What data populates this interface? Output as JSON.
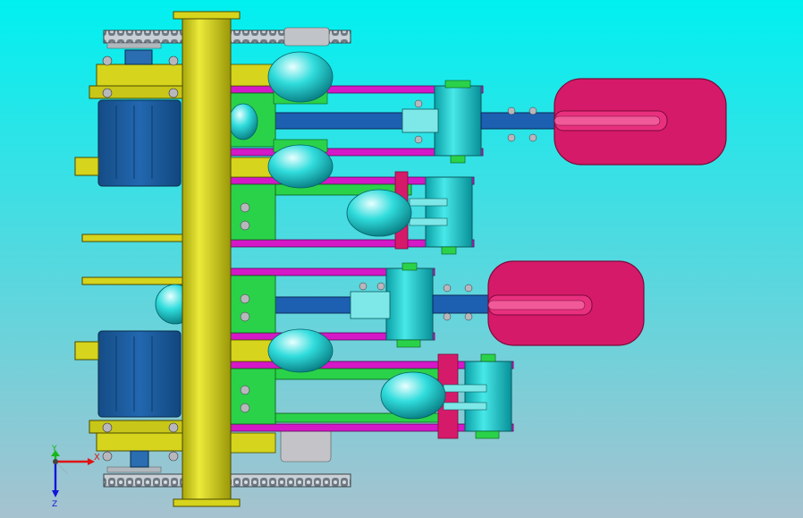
{
  "viewport": {
    "background_top": "#00f0f0",
    "background_bottom": "#a6c2cf"
  },
  "colors": {
    "yellow": "#d6d41c",
    "yellow_dark": "#8e8c08",
    "magenta": "#d418c8",
    "blue": "#1d5fb0",
    "blue_light": "#3f8fd8",
    "cyan": "#2fd8d8",
    "cyan_dark": "#0aa2a6",
    "green": "#2ad24a",
    "green_dark": "#129628",
    "crimson": "#d61a6a",
    "crimson_dark": "#8e0c44",
    "steel": "#b7b7bd",
    "chain": "#9aa4ac",
    "gearbox": "#1a5a9a"
  },
  "triad": {
    "x_label": "X",
    "y_label": "Y",
    "z_label": "Z",
    "x_color": "#e01414",
    "y_color": "#18b818",
    "z_color": "#1414d8"
  },
  "assembly": {
    "components": [
      "main-shaft",
      "top-chain",
      "bottom-chain",
      "upper-gearbox",
      "lower-gearbox",
      "linkage-arm-1",
      "linkage-arm-2",
      "linkage-arm-3",
      "linkage-arm-4",
      "crank-pad-upper",
      "crank-pad-lower",
      "ball-joint"
    ]
  }
}
